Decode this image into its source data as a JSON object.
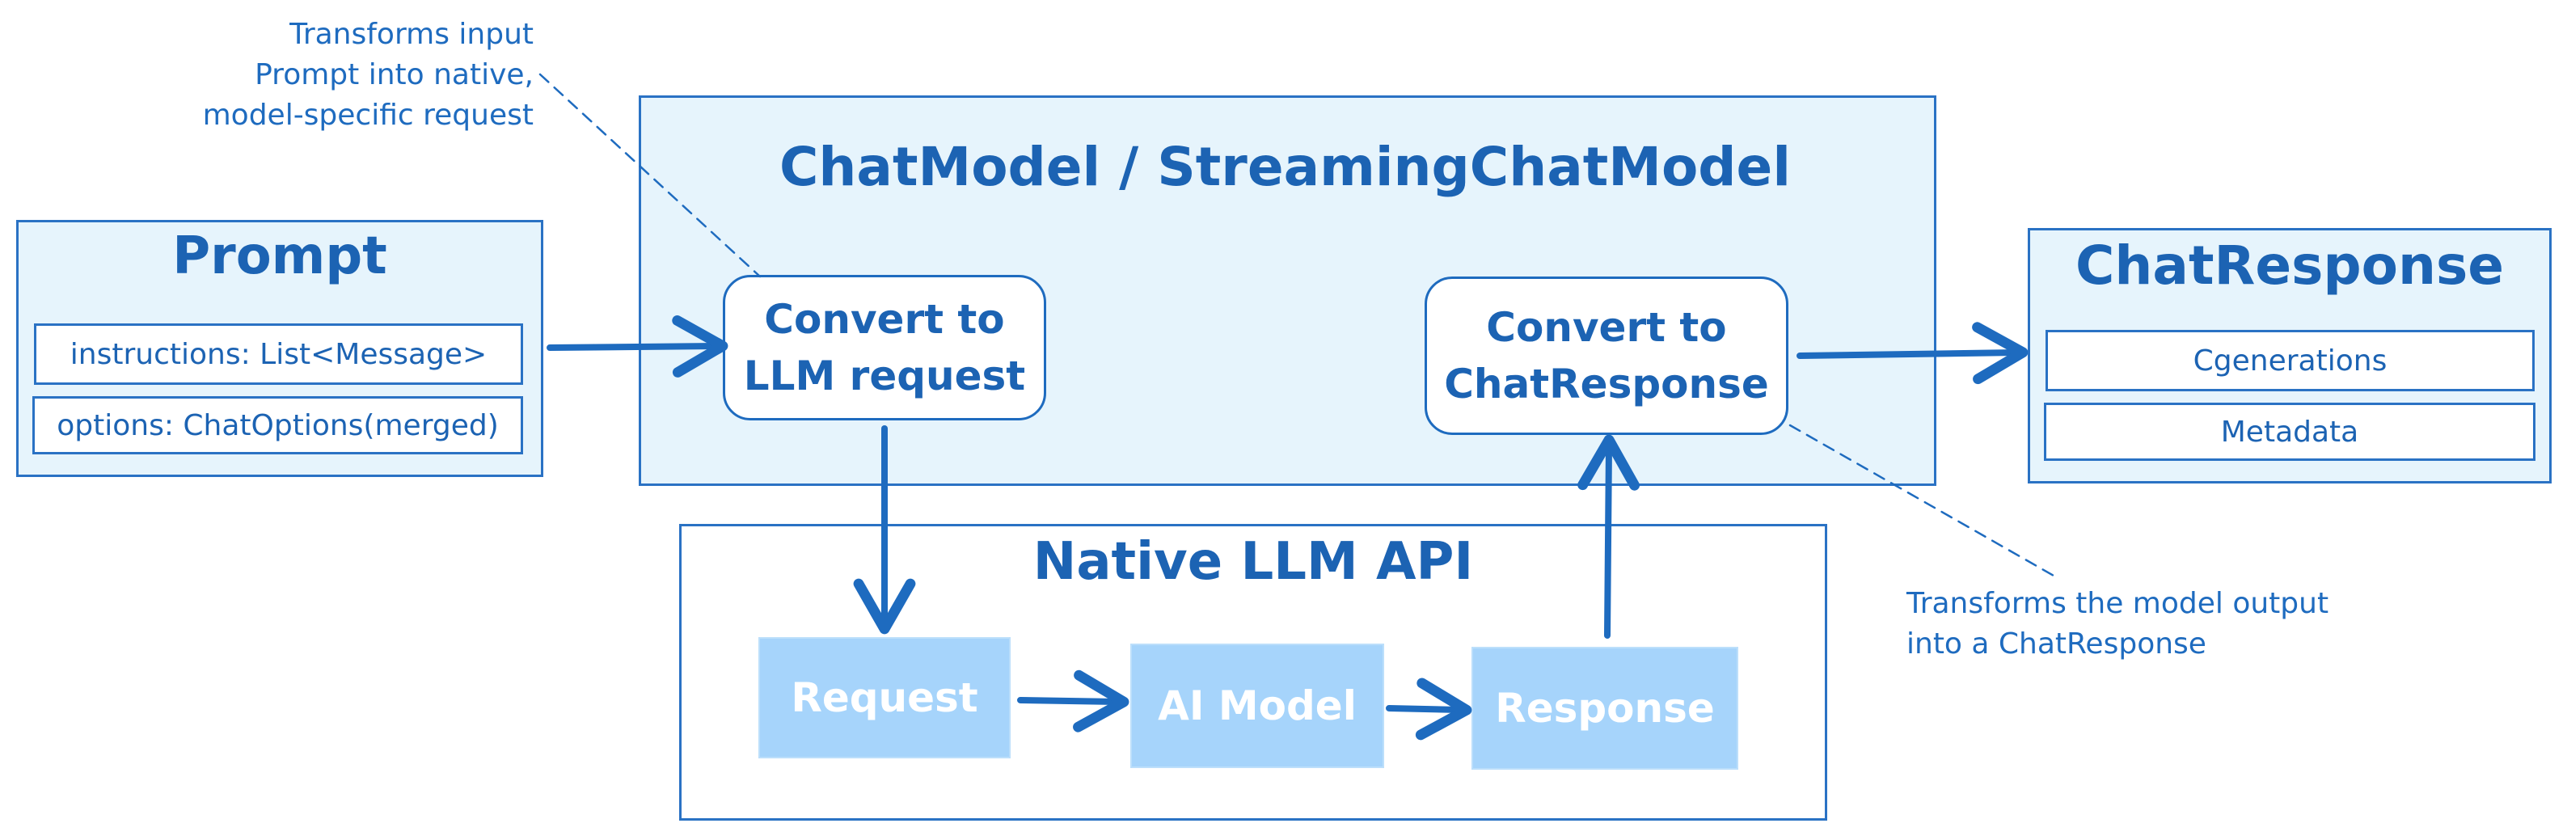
{
  "prompt": {
    "title": "Prompt",
    "fields": [
      "instructions: List<Message>",
      "options: ChatOptions(merged)"
    ]
  },
  "chat_model": {
    "title": "ChatModel / StreamingChatModel",
    "convert_request": "Convert to\nLLM request",
    "convert_response": "Convert to\nChatResponse"
  },
  "chat_response": {
    "title": "ChatResponse",
    "fields": [
      "Cgenerations",
      "Metadata"
    ]
  },
  "native_api": {
    "title": "Native LLM API",
    "request": "Request",
    "ai_model": "AI Model",
    "response": "Response"
  },
  "notes": {
    "request_note": "Transforms input\nPrompt into native,\nmodel-specific request",
    "response_note": "Transforms the model output\ninto a ChatResponse"
  },
  "colors": {
    "accent": "#1e6bbf",
    "panel_fill": "#e6f4fc",
    "block_fill": "#a6d4fb"
  }
}
